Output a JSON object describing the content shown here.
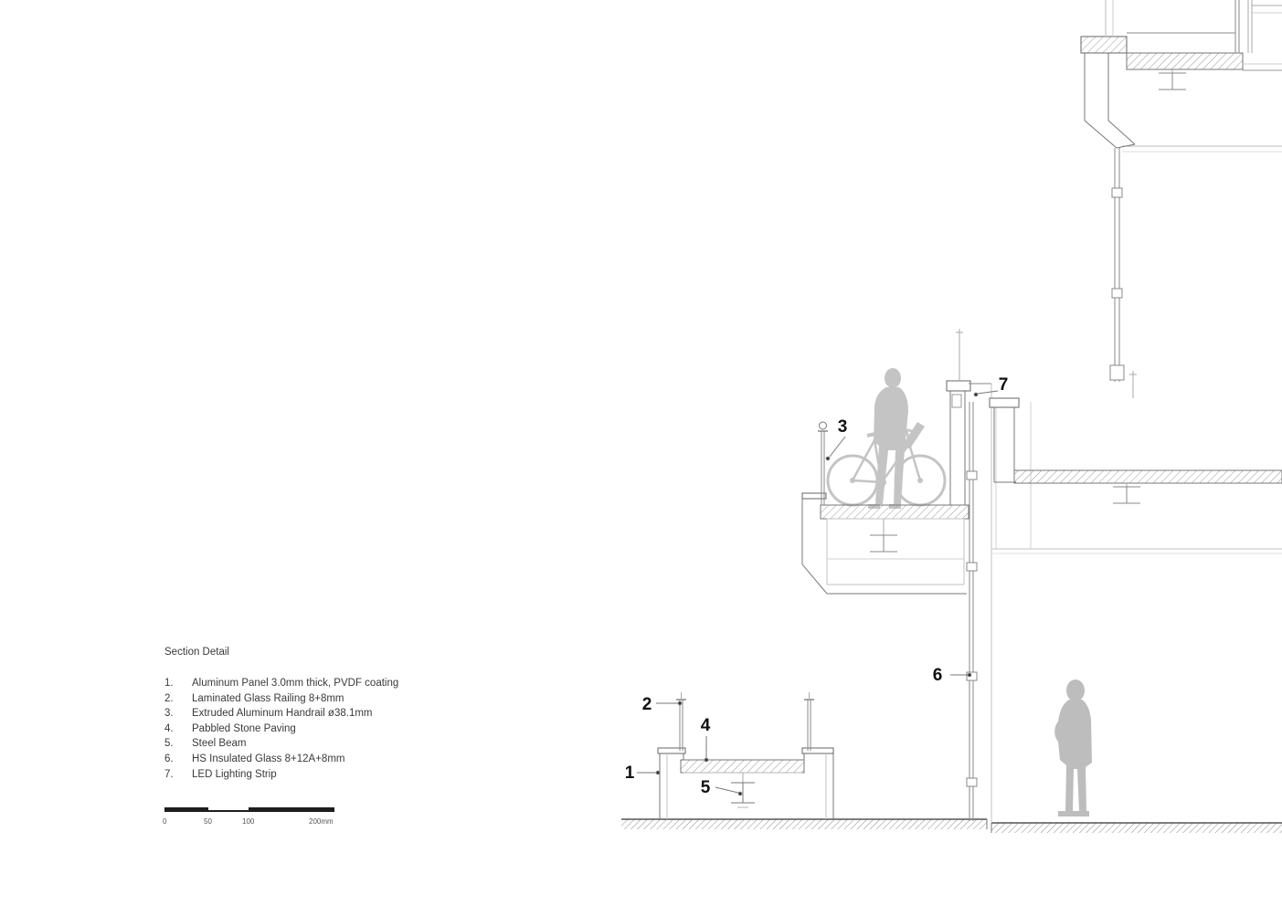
{
  "title": "Section Detail",
  "legend_items": [
    {
      "num": "1.",
      "label": "Aluminum Panel 3.0mm thick, PVDF coating"
    },
    {
      "num": "2.",
      "label": "Laminated Glass Railing 8+8mm"
    },
    {
      "num": "3.",
      "label": "Extruded Aluminum Handrail ø38.1mm"
    },
    {
      "num": "4.",
      "label": "Pabbled Stone Paving"
    },
    {
      "num": "5.",
      "label": "Steel Beam"
    },
    {
      "num": "6.",
      "label": "HS Insulated Glass 8+12A+8mm"
    },
    {
      "num": "7.",
      "label": "LED Lighting Strip"
    }
  ],
  "scalebar": {
    "labels": [
      "0",
      "50",
      "100",
      "200mm"
    ]
  },
  "callouts": {
    "c1": "1",
    "c2": "2",
    "c3": "3",
    "c4": "4",
    "c5": "5",
    "c6": "6",
    "c7": "7"
  },
  "colors": {
    "line": "#7a7a7a",
    "dark": "#3a3a3a",
    "light": "#c2c2c2",
    "silhouette": "#c4c4c4",
    "text": "#3a3a3a"
  }
}
